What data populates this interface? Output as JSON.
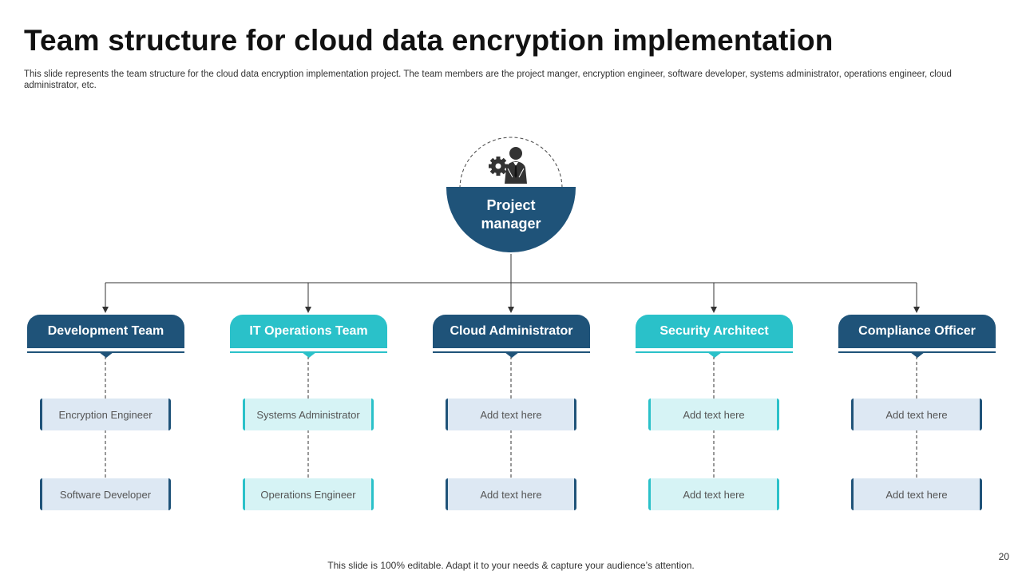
{
  "slide": {
    "title": "Team structure for cloud data encryption implementation",
    "subtitle": "This slide represents the team structure for the cloud data encryption implementation project. The team members are the project manger, encryption engineer, software developer, systems administrator, operations engineer, cloud administrator, etc.",
    "footer": "This slide is 100% editable. Adapt it to your needs & capture your audience’s attention.",
    "page_number": "20"
  },
  "root": {
    "label": "Project manager",
    "icon": "manager-gear-icon"
  },
  "teams": [
    {
      "label": "Development Team",
      "items": [
        "Encryption Engineer",
        "Software Developer"
      ]
    },
    {
      "label": "IT Operations Team",
      "items": [
        "Systems Administrator",
        "Operations Engineer"
      ]
    },
    {
      "label": "Cloud Administrator",
      "items": [
        "Add text here",
        "Add text here"
      ]
    },
    {
      "label": "Security Architect",
      "items": [
        "Add text here",
        "Add text here"
      ]
    },
    {
      "label": "Compliance Officer",
      "items": [
        "Add text here",
        "Add text here"
      ]
    }
  ],
  "colors": {
    "dark_blue": "#1f5379",
    "teal": "#2ac1c9",
    "light_blue": "#dde8f3",
    "light_teal": "#d6f3f5"
  }
}
